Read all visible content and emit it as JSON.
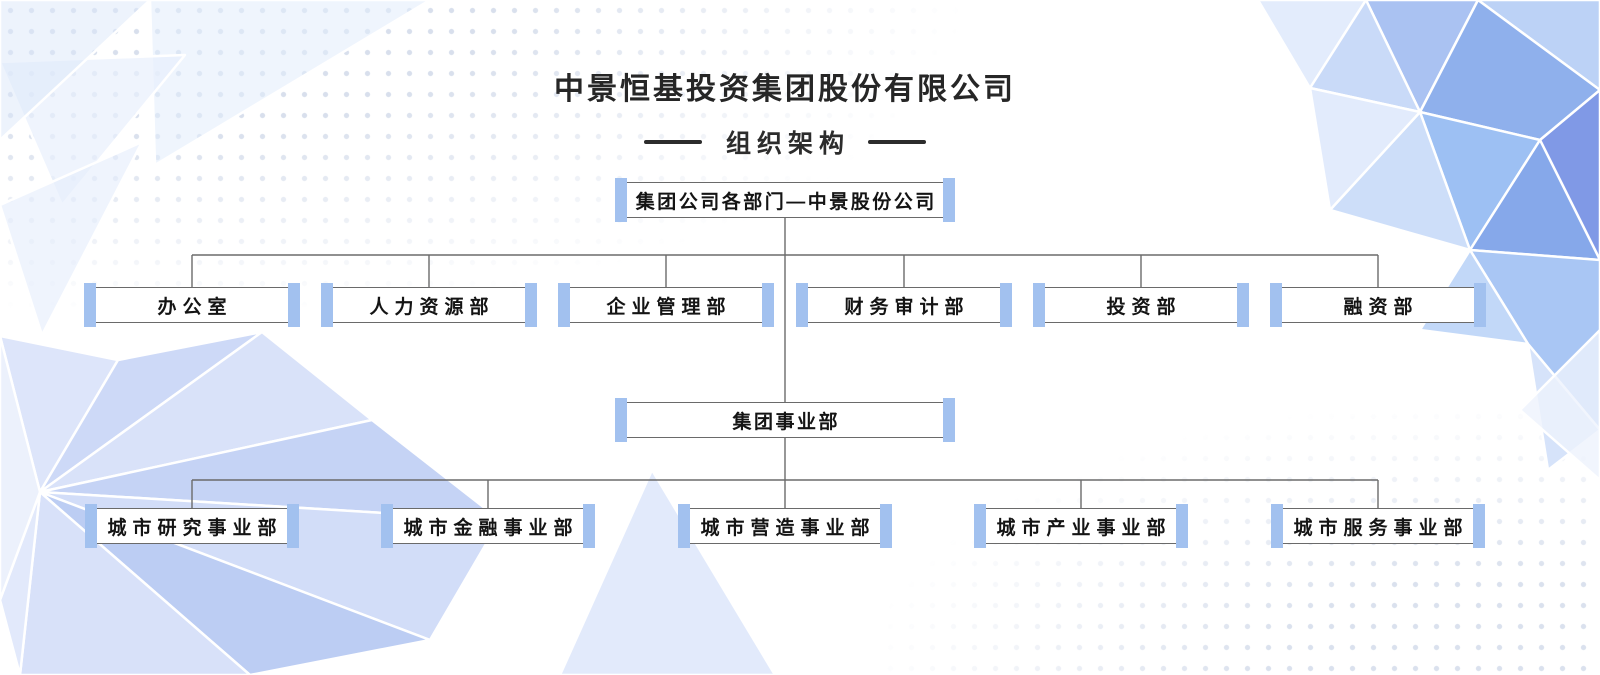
{
  "title": "中景恒基投资集团股份有限公司",
  "subtitle": "组织架构",
  "org": {
    "root": {
      "label": "集团公司各部门—中景股份公司"
    },
    "departments": [
      {
        "label": "办公室"
      },
      {
        "label": "人力资源部"
      },
      {
        "label": "企业管理部"
      },
      {
        "label": "财务审计部"
      },
      {
        "label": "投资部"
      },
      {
        "label": "融资部"
      }
    ],
    "division_root": {
      "label": "集团事业部"
    },
    "divisions": [
      {
        "label": "城市研究事业部"
      },
      {
        "label": "城市金融事业部"
      },
      {
        "label": "城市营造事业部"
      },
      {
        "label": "城市产业事业部"
      },
      {
        "label": "城市服务事业部"
      }
    ]
  },
  "colors": {
    "accent_bar": "#a2c1ef",
    "box_border": "#6a6a6a",
    "connector": "#6b6b6b",
    "title_text": "#262626",
    "decor_blue_dark": "#8aa9e9",
    "decor_blue_light": "#d6e0f8"
  }
}
